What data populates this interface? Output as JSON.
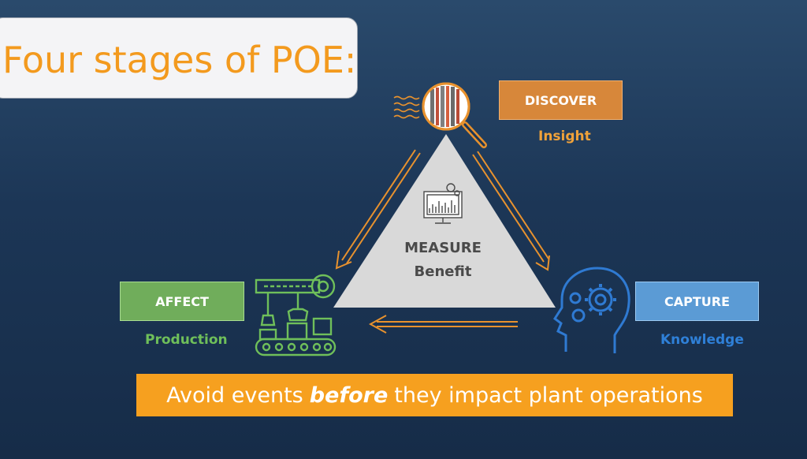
{
  "title": "Four stages of POE:",
  "stages": {
    "discover": {
      "label": "DISCOVER",
      "sub": "Insight",
      "color": "#d7873a",
      "sub_color": "#f0a23a"
    },
    "capture": {
      "label": "CAPTURE",
      "sub": "Knowledge",
      "color": "#5b9bd5",
      "sub_color": "#2f80d8"
    },
    "affect": {
      "label": "AFFECT",
      "sub": "Production",
      "color": "#70ad5b",
      "sub_color": "#6fbf5a"
    },
    "measure": {
      "label": "MEASURE",
      "sub": "Benefit"
    }
  },
  "banner": {
    "pre": "Avoid events",
    "emph": "before",
    "post": "they impact plant operations"
  },
  "icons": [
    "magnifier-icon",
    "monitor-chart-icon",
    "head-gears-icon",
    "factory-conveyor-icon"
  ],
  "colors": {
    "orange": "#f39a1e",
    "triangle": "#d9d9d9",
    "arrow": "#e8922e"
  }
}
